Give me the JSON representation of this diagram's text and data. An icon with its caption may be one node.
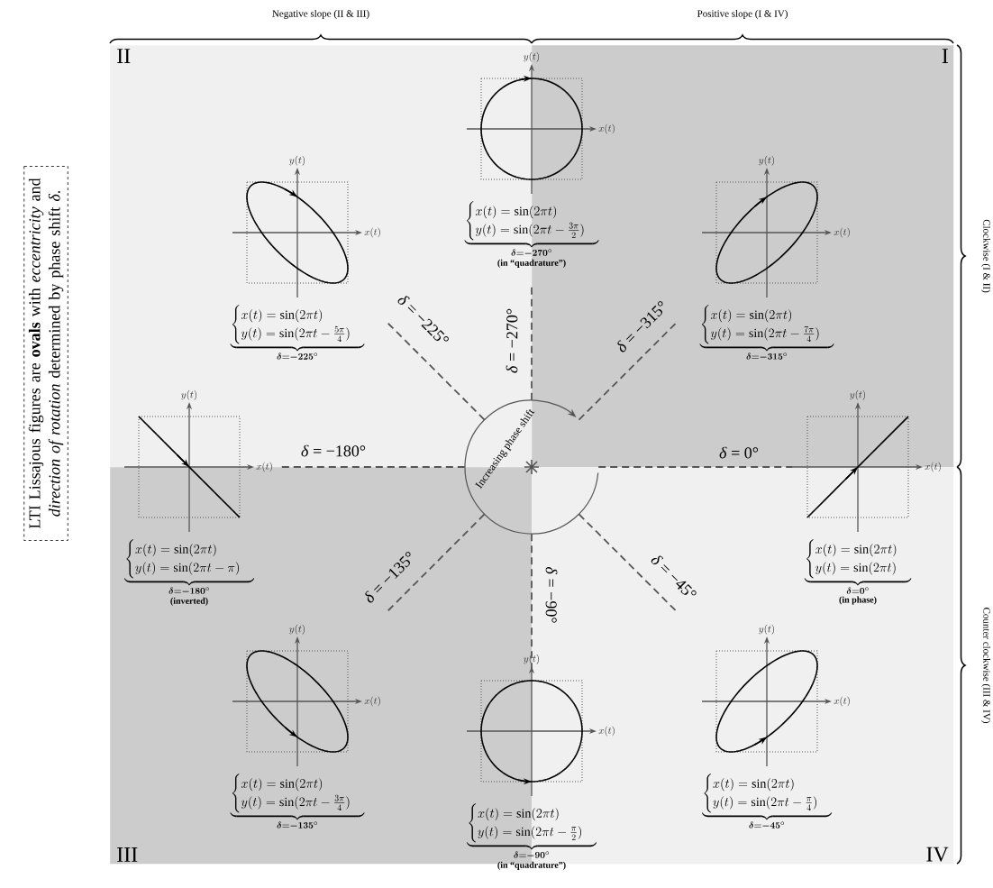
{
  "diagram": {
    "nodes": [
      {
        "text": [
          "LTI Lissajous figures are **ovals** with *eccentricity* and *direction of rotation* determined by phase shift *δ*."
        ]
      },
      {
        "text": [
          "II"
        ]
      },
      {
        "text": [
          "I"
        ]
      },
      {
        "text": [
          "III"
        ]
      },
      {
        "text": [
          "IV"
        ]
      },
      {
        "text": [
          "y(t)",
          "x(t)",
          "\\underbrace{\\begin{cases}x(t)=\\sin(2\\pi t)\\\\ y(t)=\\sin(2\\pi t-\\frac{3\\pi}{2})\\end{cases}}_{\\boldsymbol{\\delta=-270^\\circ}}",
          "(in “quadrature”)"
        ]
      },
      {
        "text": [
          "y(t)",
          "x(t)",
          "\\underbrace{\\begin{cases}x(t)=\\sin(2\\pi t)\\\\ y(t)=\\sin(2\\pi t-\\frac{5\\pi}{4})\\end{cases}}_{\\boldsymbol{\\delta=-225^\\circ}}"
        ],
        "in": 1
      },
      {
        "text": [
          "y(t)",
          "x(t)",
          "\\underbrace{\\begin{cases}x(t)=\\sin(2\\pi t)\\\\ y(t)=\\sin(2\\pi t-\\frac{7\\pi}{4})\\end{cases}}_{\\boldsymbol{\\delta=-315^\\circ}}"
        ],
        "in": 2
      },
      {
        "text": [
          "y(t)",
          "x(t)",
          "\\underbrace{\\begin{cases}x(t)=\\sin(2\\pi t)\\\\ y(t)=\\sin(2\\pi t-\\pi)\\end{cases}}_{\\boldsymbol{\\delta=-180^\\circ}}",
          "(inverted)"
        ]
      },
      {
        "text": [
          "Increasing phase shift"
        ]
      },
      {
        "text": [
          "y(t)",
          "x(t)",
          "\\underbrace{\\begin{cases}x(t)=\\sin(2\\pi t)\\\\ y(t)=\\sin(2\\pi t)\\end{cases}}_{\\boldsymbol{\\delta=0^\\circ}}",
          "(in phase)"
        ]
      },
      {
        "text": [
          "y(t)",
          "x(t)",
          "\\underbrace{\\begin{cases}x(t)=\\sin(2\\pi t)\\\\ y(t)=\\sin(2\\pi t-\\frac{3\\pi}{4})\\end{cases}}_{\\boldsymbol{\\delta=-135^\\circ}}"
        ],
        "in": 3
      },
      {
        "text": [
          "y(t)",
          "x(t)",
          "\\underbrace{\\begin{cases}x(t)=\\sin(2\\pi t)\\\\ y(t)=\\sin(2\\pi t-\\frac{\\pi}{4})\\end{cases}}_{\\boldsymbol{\\delta=-45^\\circ}}"
        ],
        "in": 4
      },
      {
        "text": [
          "y(t)",
          "x(t)",
          "\\underbrace{\\begin{cases}x(t)=\\sin(2\\pi t)\\\\ y(t)=\\sin(2\\pi t-\\frac{\\pi}{2})\\end{cases}}_{\\boldsymbol{\\delta=-90^\\circ}}",
          "(in “quadrature”)"
        ]
      }
    ],
    "edges": [
      {
        "from": 9,
        "to": 5,
        "arrow": "none",
        "style": "dashed",
        "label": "*δ* = −270°"
      },
      {
        "from": 9,
        "to": 6,
        "arrow": "none",
        "style": "dashed",
        "label": "*δ* = −225°"
      },
      {
        "from": 9,
        "to": 7,
        "arrow": "none",
        "style": "dashed",
        "label": "*δ* = −315°"
      },
      {
        "from": 9,
        "to": 8,
        "arrow": "none",
        "style": "dashed",
        "label": "*δ* = −180°"
      },
      {
        "from": 9,
        "to": 10,
        "arrow": "none",
        "style": "dashed",
        "label": "*δ* = 0°"
      },
      {
        "from": 9,
        "to": 11,
        "arrow": "none",
        "style": "dashed",
        "label": "*δ* = −135°"
      },
      {
        "from": 9,
        "to": 12,
        "arrow": "none",
        "style": "dashed",
        "label": "*δ* = −45°"
      },
      {
        "from": 9,
        "to": 13,
        "arrow": "none",
        "style": "dashed",
        "label": "*δ* = −90°"
      }
    ],
    "labels": [
      "Negative slope (II & III)",
      "Positive slope (I & IV)",
      "Clockwise (I & II)",
      "Counter clockwise (III & IV)"
    ]
  }
}
